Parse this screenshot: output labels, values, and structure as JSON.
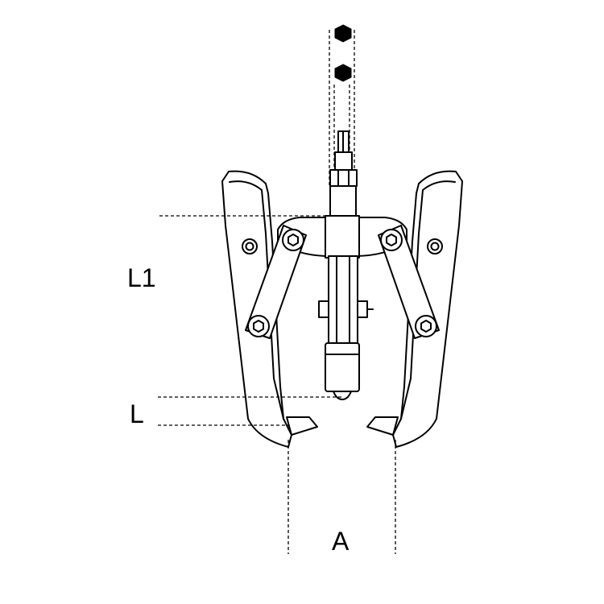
{
  "dimensions": {
    "l1": "L1",
    "l": "L",
    "a": "A"
  },
  "icons": {
    "hex_socket_top": "hexagon-icon",
    "hex_socket_bottom": "hexagon-icon"
  },
  "colors": {
    "line": "#000000",
    "background": "#ffffff"
  }
}
